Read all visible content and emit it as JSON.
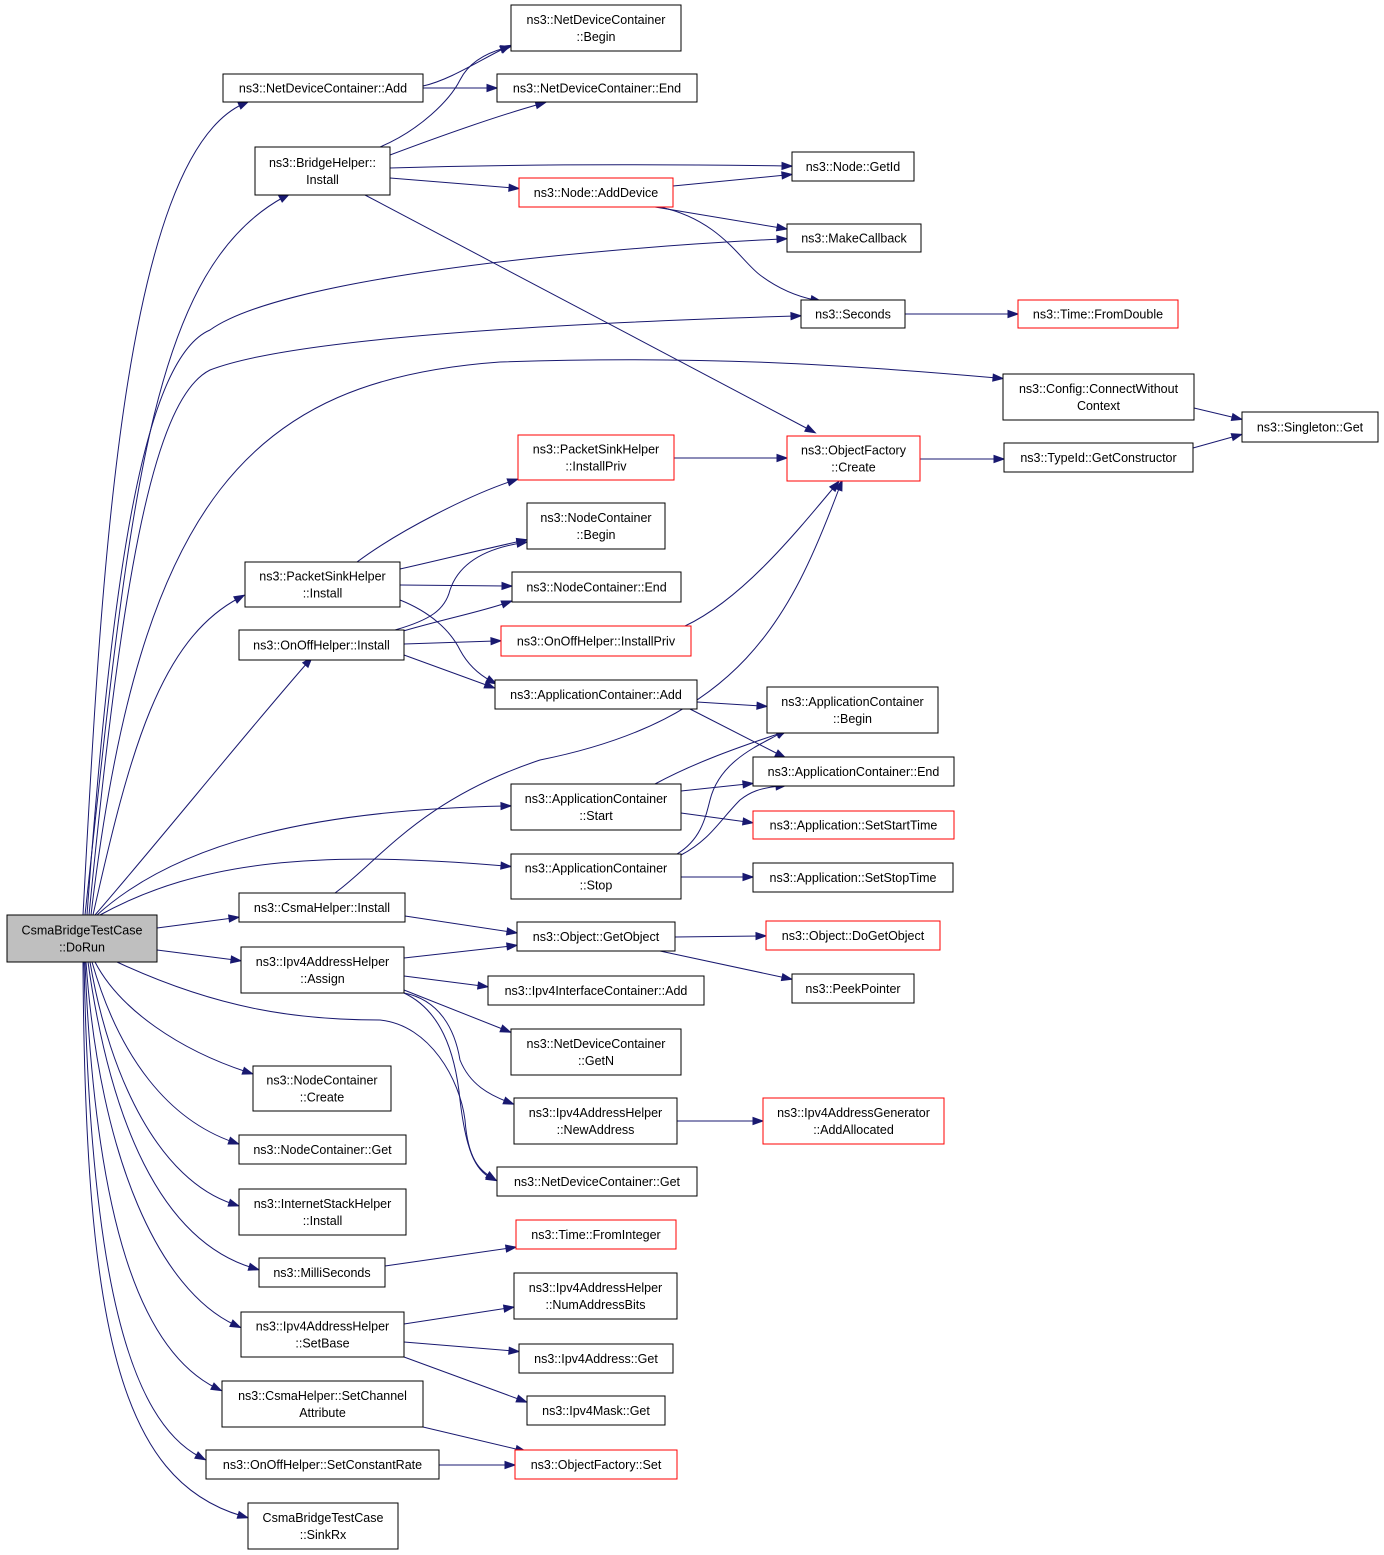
{
  "colors": {
    "edge": "#191970",
    "root_fill": "#bfbfbf",
    "border": "#000000",
    "incomplete_border": "#ff0000"
  },
  "nodes": [
    {
      "id": "root",
      "lines": [
        "CsmaBridgeTestCase",
        "::DoRun"
      ],
      "style": "root"
    },
    {
      "id": "ndc_add",
      "lines": [
        "ns3::NetDeviceContainer::Add"
      ]
    },
    {
      "id": "ndc_begin",
      "lines": [
        "ns3::NetDeviceContainer",
        "::Begin"
      ]
    },
    {
      "id": "ndc_end",
      "lines": [
        "ns3::NetDeviceContainer::End"
      ]
    },
    {
      "id": "bridge_install",
      "lines": [
        "ns3::BridgeHelper::",
        "Install"
      ]
    },
    {
      "id": "node_getid",
      "lines": [
        "ns3::Node::GetId"
      ]
    },
    {
      "id": "node_adddevice",
      "lines": [
        "ns3::Node::AddDevice"
      ],
      "style": "red"
    },
    {
      "id": "makecallback",
      "lines": [
        "ns3::MakeCallback"
      ]
    },
    {
      "id": "seconds",
      "lines": [
        "ns3::Seconds"
      ]
    },
    {
      "id": "time_fromdouble",
      "lines": [
        "ns3::Time::FromDouble"
      ],
      "style": "red"
    },
    {
      "id": "config_connect",
      "lines": [
        "ns3::Config::ConnectWithout",
        "Context"
      ]
    },
    {
      "id": "singleton_get",
      "lines": [
        "ns3::Singleton::Get"
      ]
    },
    {
      "id": "psh_installpriv",
      "lines": [
        "ns3::PacketSinkHelper",
        "::InstallPriv"
      ],
      "style": "red"
    },
    {
      "id": "of_create",
      "lines": [
        "ns3::ObjectFactory",
        "::Create"
      ],
      "style": "red"
    },
    {
      "id": "typeid_getctor",
      "lines": [
        "ns3::TypeId::GetConstructor"
      ]
    },
    {
      "id": "nc_begin",
      "lines": [
        "ns3::NodeContainer",
        "::Begin"
      ]
    },
    {
      "id": "psh_install",
      "lines": [
        "ns3::PacketSinkHelper",
        "::Install"
      ]
    },
    {
      "id": "nc_end",
      "lines": [
        "ns3::NodeContainer::End"
      ]
    },
    {
      "id": "onoff_install",
      "lines": [
        "ns3::OnOffHelper::Install"
      ]
    },
    {
      "id": "onoff_installpriv",
      "lines": [
        "ns3::OnOffHelper::InstallPriv"
      ],
      "style": "red"
    },
    {
      "id": "ac_add",
      "lines": [
        "ns3::ApplicationContainer::Add"
      ]
    },
    {
      "id": "ac_begin",
      "lines": [
        "ns3::ApplicationContainer",
        "::Begin"
      ]
    },
    {
      "id": "ac_end",
      "lines": [
        "ns3::ApplicationContainer::End"
      ]
    },
    {
      "id": "ac_start",
      "lines": [
        "ns3::ApplicationContainer",
        "::Start"
      ]
    },
    {
      "id": "app_setstarttime",
      "lines": [
        "ns3::Application::SetStartTime"
      ],
      "style": "red"
    },
    {
      "id": "ac_stop",
      "lines": [
        "ns3::ApplicationContainer",
        "::Stop"
      ]
    },
    {
      "id": "app_setstoptime",
      "lines": [
        "ns3::Application::SetStopTime"
      ]
    },
    {
      "id": "csma_install",
      "lines": [
        "ns3::CsmaHelper::Install"
      ]
    },
    {
      "id": "obj_getobject",
      "lines": [
        "ns3::Object::GetObject"
      ]
    },
    {
      "id": "obj_dogetobject",
      "lines": [
        "ns3::Object::DoGetObject"
      ],
      "style": "red"
    },
    {
      "id": "ipv4ah_assign",
      "lines": [
        "ns3::Ipv4AddressHelper",
        "::Assign"
      ]
    },
    {
      "id": "ipv4ic_add",
      "lines": [
        "ns3::Ipv4InterfaceContainer::Add"
      ]
    },
    {
      "id": "peekpointer",
      "lines": [
        "ns3::PeekPointer"
      ]
    },
    {
      "id": "ndc_getn",
      "lines": [
        "ns3::NetDeviceContainer",
        "::GetN"
      ]
    },
    {
      "id": "nc_create",
      "lines": [
        "ns3::NodeContainer",
        "::Create"
      ]
    },
    {
      "id": "ipv4ah_newaddr",
      "lines": [
        "ns3::Ipv4AddressHelper",
        "::NewAddress"
      ]
    },
    {
      "id": "ipv4ag_addalloc",
      "lines": [
        "ns3::Ipv4AddressGenerator",
        "::AddAllocated"
      ],
      "style": "red"
    },
    {
      "id": "nc_get",
      "lines": [
        "ns3::NodeContainer::Get"
      ]
    },
    {
      "id": "ndc_get",
      "lines": [
        "ns3::NetDeviceContainer::Get"
      ]
    },
    {
      "id": "ish_install",
      "lines": [
        "ns3::InternetStackHelper",
        "::Install"
      ]
    },
    {
      "id": "time_fromint",
      "lines": [
        "ns3::Time::FromInteger"
      ],
      "style": "red"
    },
    {
      "id": "milliseconds",
      "lines": [
        "ns3::MilliSeconds"
      ]
    },
    {
      "id": "ipv4ah_numbits",
      "lines": [
        "ns3::Ipv4AddressHelper",
        "::NumAddressBits"
      ]
    },
    {
      "id": "ipv4ah_setbase",
      "lines": [
        "ns3::Ipv4AddressHelper",
        "::SetBase"
      ]
    },
    {
      "id": "ipv4addr_get",
      "lines": [
        "ns3::Ipv4Address::Get"
      ]
    },
    {
      "id": "csma_setchanattr",
      "lines": [
        "ns3::CsmaHelper::SetChannel",
        "Attribute"
      ]
    },
    {
      "id": "ipv4mask_get",
      "lines": [
        "ns3::Ipv4Mask::Get"
      ]
    },
    {
      "id": "onoff_setrate",
      "lines": [
        "ns3::OnOffHelper::SetConstantRate"
      ]
    },
    {
      "id": "of_set",
      "lines": [
        "ns3::ObjectFactory::Set"
      ],
      "style": "red"
    },
    {
      "id": "sinkrx",
      "lines": [
        "CsmaBridgeTestCase",
        "::SinkRx"
      ]
    }
  ]
}
